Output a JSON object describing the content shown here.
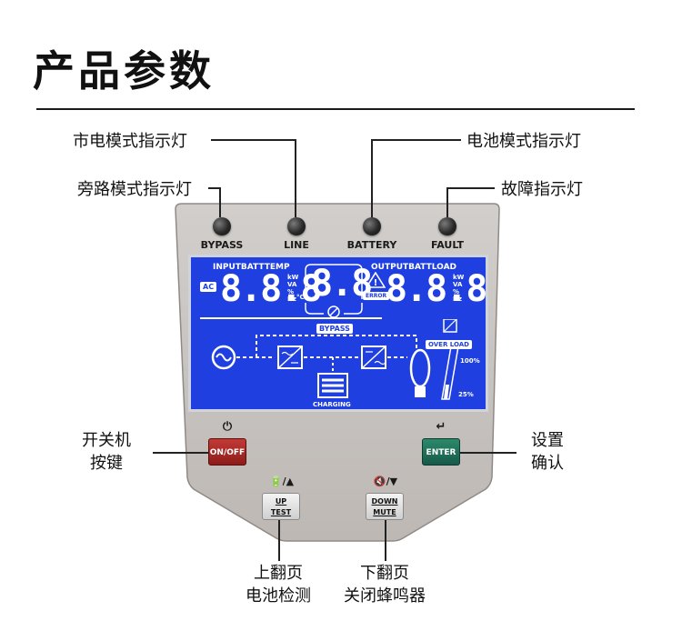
{
  "title": "产品参数",
  "callouts": {
    "mains_mode": "市电模式指示灯",
    "bypass_mode": "旁路模式指示灯",
    "battery_mode": "电池模式指示灯",
    "fault": "故障指示灯",
    "power_key_1": "开关机",
    "power_key_2": "按键",
    "confirm_1": "设置",
    "confirm_2": "确认",
    "up_1": "上翻页",
    "up_2": "电池检测",
    "down_1": "下翻页",
    "down_2": "关闭蜂鸣器"
  },
  "leds": {
    "bypass": "BYPASS",
    "line": "LINE",
    "battery": "BATTERY",
    "fault": "FAULT"
  },
  "lcd": {
    "input_header": "INPUTBATTTEMP",
    "output_header": "OUTPUTBATTLOAD",
    "ac_tag": "AC",
    "left_digits": "8.8.8",
    "center_digits": "8.8",
    "right_digits": "8.8.8",
    "error_tag": "ERROR",
    "units_left": [
      "kW",
      "VA",
      "%",
      "Hz"
    ],
    "unit_c": "°C",
    "units_right": [
      "kW",
      "VA",
      "%",
      "Hz"
    ],
    "bypass_tag": "BYPASS",
    "overload_tag": "OVER LOAD",
    "charging": "CHARGING",
    "load_100": "100%",
    "load_25": "25%"
  },
  "buttons": {
    "onoff": "ON/OFF",
    "enter": "ENTER",
    "up_top": "UP",
    "up_bottom": "TEST",
    "down_top": "DOWN",
    "down_bottom": "MUTE"
  },
  "symbols": {
    "power": "⏻",
    "enter_arrow": "↵",
    "up_symbol": "🔋/▲",
    "down_symbol": "🔇/▼"
  },
  "colors": {
    "panel": "#c9c5c2",
    "lcd": "#1f3fe0",
    "onoff": "#a82a26",
    "enter": "#1f6f58"
  }
}
